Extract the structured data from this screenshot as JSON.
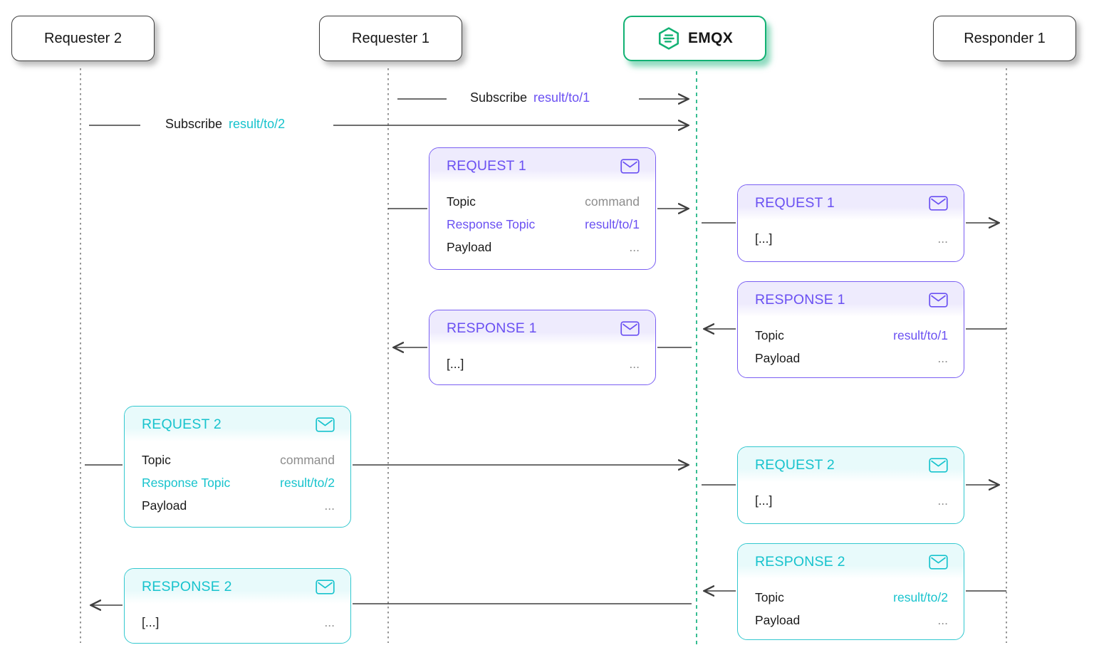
{
  "actors": {
    "requester2": {
      "label": "Requester 2"
    },
    "requester1": {
      "label": "Requester 1"
    },
    "emqx": {
      "label": "EMQX"
    },
    "responder1": {
      "label": "Responder 1"
    }
  },
  "subscriptions": {
    "sub1": {
      "action": "Subscribe",
      "topic": "result/to/1"
    },
    "sub2": {
      "action": "Subscribe",
      "topic": "result/to/2"
    }
  },
  "cards": {
    "request1_from_requester": {
      "title": "REQUEST 1",
      "rows": [
        {
          "label": "Topic",
          "value": "command"
        },
        {
          "label": "Response Topic",
          "value": "result/to/1"
        },
        {
          "label": "Payload",
          "value": "..."
        }
      ]
    },
    "request1_to_responder": {
      "title": "REQUEST 1",
      "rows": [
        {
          "label": "[...]",
          "value": "..."
        }
      ]
    },
    "response1_from_responder": {
      "title": "RESPONSE 1",
      "rows": [
        {
          "label": "Topic",
          "value": "result/to/1"
        },
        {
          "label": "Payload",
          "value": "..."
        }
      ]
    },
    "response1_to_requester": {
      "title": "RESPONSE 1",
      "rows": [
        {
          "label": "[...]",
          "value": "..."
        }
      ]
    },
    "request2_from_requester": {
      "title": "REQUEST 2",
      "rows": [
        {
          "label": "Topic",
          "value": "command"
        },
        {
          "label": "Response Topic",
          "value": "result/to/2"
        },
        {
          "label": "Payload",
          "value": "..."
        }
      ]
    },
    "request2_to_responder": {
      "title": "REQUEST 2",
      "rows": [
        {
          "label": "[...]",
          "value": "..."
        }
      ]
    },
    "response2_from_responder": {
      "title": "RESPONSE 2",
      "rows": [
        {
          "label": "Topic",
          "value": "result/to/2"
        },
        {
          "label": "Payload",
          "value": "..."
        }
      ]
    },
    "response2_to_requester": {
      "title": "RESPONSE 2",
      "rows": [
        {
          "label": "[...]",
          "value": "..."
        }
      ]
    }
  },
  "icons": {
    "mail": "mail-icon",
    "emqx_logo": "emqx-hexagon-icon"
  },
  "colors": {
    "purple": "#6A50F2",
    "teal": "#17C3CD",
    "green": "#12B173",
    "line": "#3E3E3E",
    "muted_text": "#8E8E8E",
    "lifeline_gray": "#8F8F8F",
    "lifeline_green": "#38BD92"
  }
}
